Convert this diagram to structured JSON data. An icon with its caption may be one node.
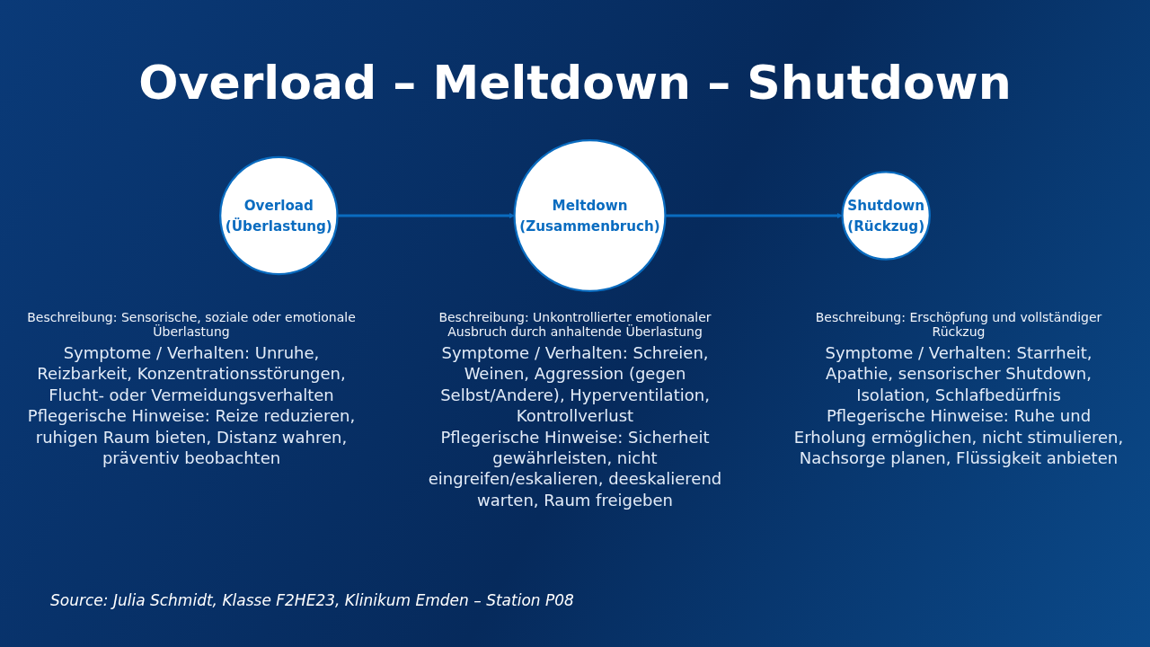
{
  "diagram": {
    "title": "Overload – Meltdown – Shutdown",
    "caption": "Source: Julia Schmidt, Klasse F2HE23, Klinikum Emden – Station P08",
    "nodes": [
      {
        "text": [
          "Overload",
          "(Überlastung)"
        ],
        "beside": [
          "Beschreibung: Sensorische, soziale oder emotionale Überlastung",
          "Symptome / Verhalten: Unruhe, Reizbarkeit, Konzentrationsstörungen, Flucht- oder Vermeidungsverhalten",
          "Pflegerische Hinweise: Reize reduzieren, ruhigen Raum bieten, Distanz wahren, präventiv beobachten"
        ]
      },
      {
        "text": [
          "Meltdown",
          "(Zusammenbruch)"
        ],
        "beside": [
          "Beschreibung: Unkontrollierter emotionaler Ausbruch durch anhaltende Überlastung",
          "Symptome / Verhalten: Schreien, Weinen, Aggression (gegen Selbst/Andere), Hyperventilation, Kontrollverlust",
          "Pflegerische Hinweise: Sicherheit gewährleisten, nicht eingreifen/eskalieren, deeskalierend warten, Raum freigeben"
        ]
      },
      {
        "text": [
          "Shutdown",
          "(Rückzug)"
        ],
        "beside": [
          "Beschreibung: Erschöpfung und vollständiger Rückzug",
          "Symptome / Verhalten: Starrheit, Apathie, sensorischer Shutdown, Isolation, Schlafbedürfnis",
          "Pflegerische Hinweise: Ruhe und Erholung ermöglichen, nicht stimulieren, Nachsorge planen, Flüssigkeit anbieten"
        ]
      }
    ],
    "edges": [
      {
        "from": 0,
        "to": 1,
        "arrow": "to"
      },
      {
        "from": 1,
        "to": 2,
        "arrow": "to"
      }
    ]
  }
}
